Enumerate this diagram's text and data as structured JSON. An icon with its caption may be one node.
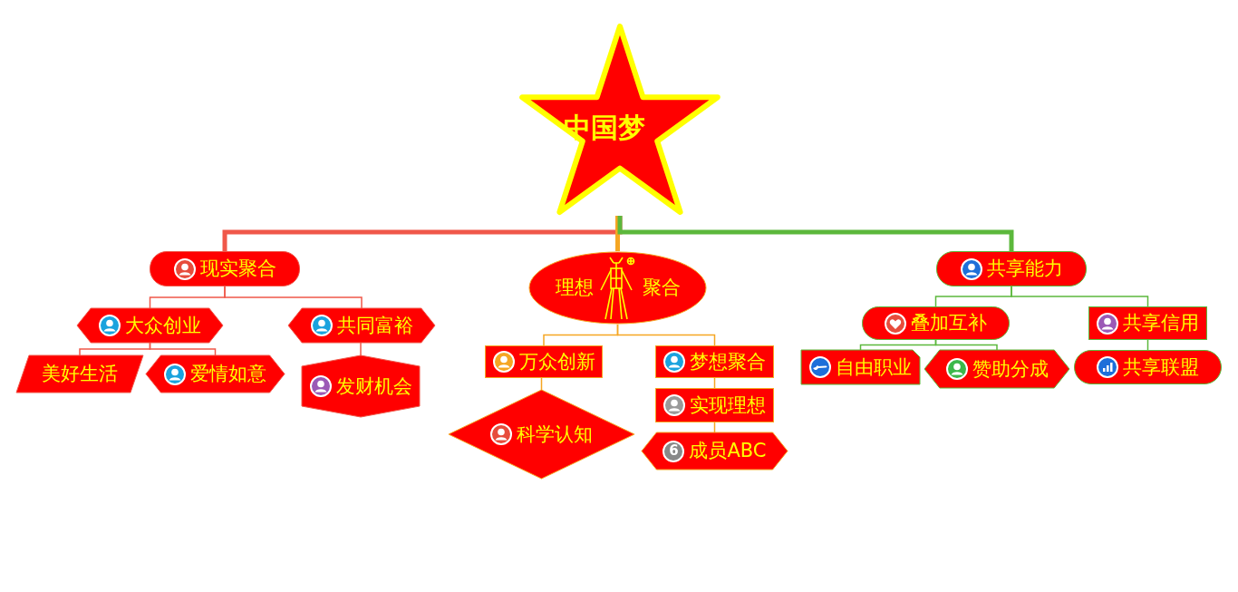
{
  "diagram": {
    "nodes": [
      {
        "text": [
          "中国梦"
        ]
      },
      {
        "text": [
          "现实聚合"
        ]
      },
      {
        "text": [
          "大众创业"
        ]
      },
      {
        "text": [
          "美好生活"
        ]
      },
      {
        "text": [
          "爱情如意"
        ]
      },
      {
        "text": [
          "共同富裕"
        ]
      },
      {
        "text": [
          "发财机会"
        ]
      },
      {
        "text": [
          "理想",
          "聚合"
        ]
      },
      {
        "text": [
          "万众创新"
        ]
      },
      {
        "text": [
          "科学认知"
        ]
      },
      {
        "text": [
          "梦想聚合"
        ]
      },
      {
        "text": [
          "实现理想"
        ]
      },
      {
        "text": [
          "成员ABC"
        ]
      },
      {
        "text": [
          "共享能力"
        ]
      },
      {
        "text": [
          "叠加互补"
        ]
      },
      {
        "text": [
          "自由职业"
        ]
      },
      {
        "text": [
          "赞助分成"
        ]
      },
      {
        "text": [
          "共享信用"
        ]
      },
      {
        "text": [
          "共享联盟"
        ]
      }
    ],
    "edges": [
      {
        "from": 0,
        "to": 1,
        "arrow": "none",
        "style": "thick",
        "color": "#f0584a"
      },
      {
        "from": 0,
        "to": 7,
        "arrow": "none",
        "style": "thick",
        "color": "#f5a623"
      },
      {
        "from": 0,
        "to": 13,
        "arrow": "none",
        "style": "thick",
        "color": "#5cb83c"
      },
      {
        "from": 1,
        "to": 2,
        "arrow": "none",
        "color": "#f0584a"
      },
      {
        "from": 1,
        "to": 5,
        "arrow": "none",
        "color": "#f0584a"
      },
      {
        "from": 2,
        "to": 3,
        "arrow": "none",
        "color": "#f0584a"
      },
      {
        "from": 2,
        "to": 4,
        "arrow": "none",
        "color": "#f0584a"
      },
      {
        "from": 5,
        "to": 6,
        "arrow": "none",
        "color": "#f0584a"
      },
      {
        "from": 7,
        "to": 8,
        "arrow": "none",
        "color": "#f5a623"
      },
      {
        "from": 7,
        "to": 10,
        "arrow": "none",
        "color": "#f5a623"
      },
      {
        "from": 8,
        "to": 9,
        "arrow": "none",
        "color": "#f5a623"
      },
      {
        "from": 10,
        "to": 11,
        "arrow": "none",
        "color": "#f5a623"
      },
      {
        "from": 11,
        "to": 12,
        "arrow": "none",
        "color": "#f5a623"
      },
      {
        "from": 13,
        "to": 14,
        "arrow": "none",
        "color": "#5cb83c"
      },
      {
        "from": 13,
        "to": 17,
        "arrow": "none",
        "color": "#5cb83c"
      },
      {
        "from": 14,
        "to": 15,
        "arrow": "none",
        "color": "#5cb83c"
      },
      {
        "from": 14,
        "to": 16,
        "arrow": "none",
        "color": "#5cb83c"
      },
      {
        "from": 17,
        "to": 18,
        "arrow": "none",
        "color": "#5cb83c"
      }
    ],
    "labels": [
      "6"
    ]
  }
}
